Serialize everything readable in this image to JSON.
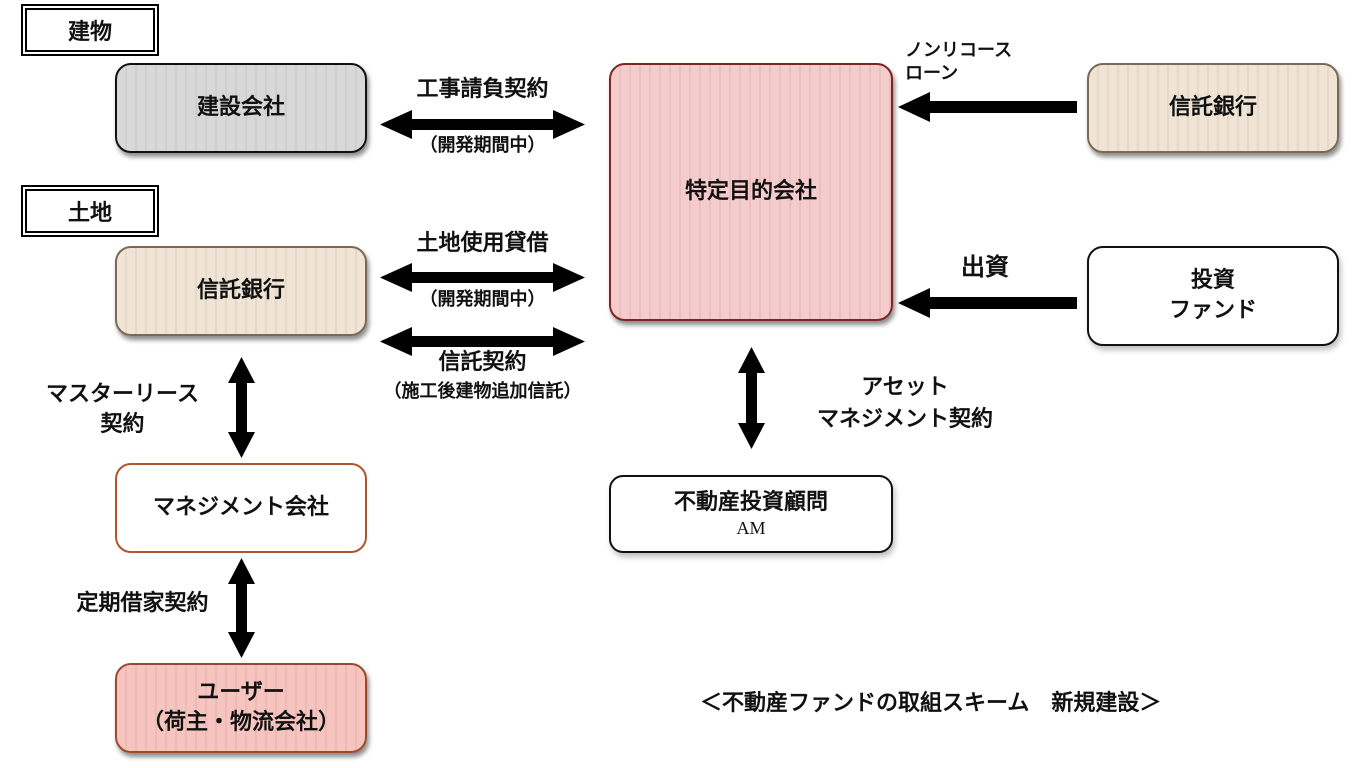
{
  "sections": {
    "building": "建物",
    "land": "土地"
  },
  "nodes": {
    "construction_company": "建設会社",
    "spc": "特定目的会社",
    "trust_bank_top": "信託銀行",
    "trust_bank_land": "信託銀行",
    "investment_fund_line1": "投資",
    "investment_fund_line2": "ファンド",
    "management_company": "マネジメント会社",
    "user_line1": "ユーザー",
    "user_line2": "（荷主・物流会社）",
    "am_line1": "不動産投資顧問",
    "am_line2": "AM"
  },
  "relations": {
    "construction_contract": "工事請負契約",
    "construction_period_1": "（開発期間中）",
    "land_lease": "土地使用貸借",
    "construction_period_2": "（開発期間中）",
    "trust_contract": "信託契約",
    "trust_contract_note": "（施工後建物追加信託）",
    "nonrecourse_line1": "ノンリコース",
    "nonrecourse_line2": "ローン",
    "investment": "出資",
    "master_lease_line1": "マスターリース",
    "master_lease_line2": "契約",
    "fixed_term_lease": "定期借家契約",
    "am_contract_line1": "アセット",
    "am_contract_line2": "マネジメント契約"
  },
  "caption": "＜不動産ファンドの取組スキーム　新規建設＞",
  "colors": {
    "gray_fill": "#d8d8d8",
    "beige_fill": "#efe4d6",
    "pink_fill": "#f4cccc",
    "user_fill": "#f7c5c0",
    "spc_border": "#7d2424",
    "mgmt_border": "#b0532e",
    "arrow": "#000000"
  }
}
